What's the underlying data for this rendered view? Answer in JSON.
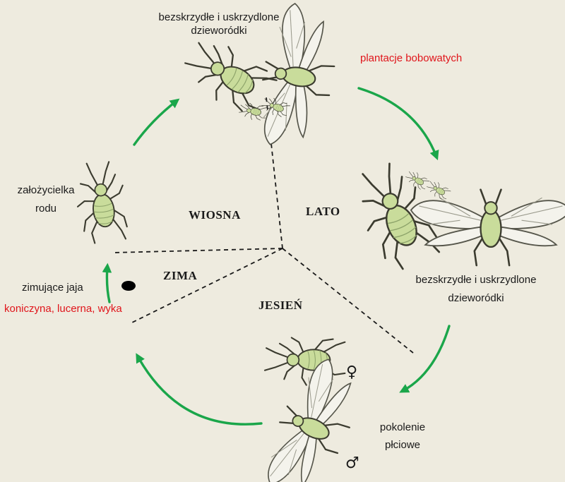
{
  "colors": {
    "background": "#eeebdf",
    "arrow": "#1aa64a",
    "highlight_text": "#e0151b",
    "aphid_body": "#c9dc9b",
    "aphid_outline": "#3b3b2f"
  },
  "seasons": {
    "spring": "WIOSNA",
    "summer": "LATO",
    "autumn": "JESIEŃ",
    "winter": "ZIMA"
  },
  "stages": {
    "spring_top_line1": "bezskrzydłe i uskrzydlone",
    "spring_top_line2": "dzieworódki",
    "summer_host": "plantacje bobowatych",
    "summer_line1": "bezskrzydłe i uskrzydlone",
    "summer_line2": "dzieworódki",
    "sexual_line1": "pokolenie",
    "sexual_line2": "płciowe",
    "founder_line1": "założycielka",
    "founder_line2": "rodu",
    "eggs": "zimujące jaja",
    "winter_hosts": "koniczyna, lucerna, wyka"
  },
  "symbols": {
    "female": "♀",
    "male": "♂"
  }
}
